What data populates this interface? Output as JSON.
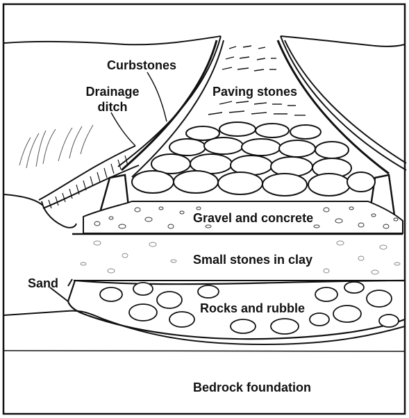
{
  "labels": {
    "curbstones": "Curbstones",
    "drainage_ditch_line1": "Drainage",
    "drainage_ditch_line2": "ditch",
    "paving_stones": "Paving stones",
    "gravel_and_concrete": "Gravel and concrete",
    "small_stones_in_clay": "Small stones in clay",
    "sand": "Sand",
    "rocks_and_rubble": "Rocks and rubble",
    "bedrock_foundation": "Bedrock foundation"
  },
  "colors": {
    "ink": "#111111",
    "paper": "#ffffff"
  }
}
